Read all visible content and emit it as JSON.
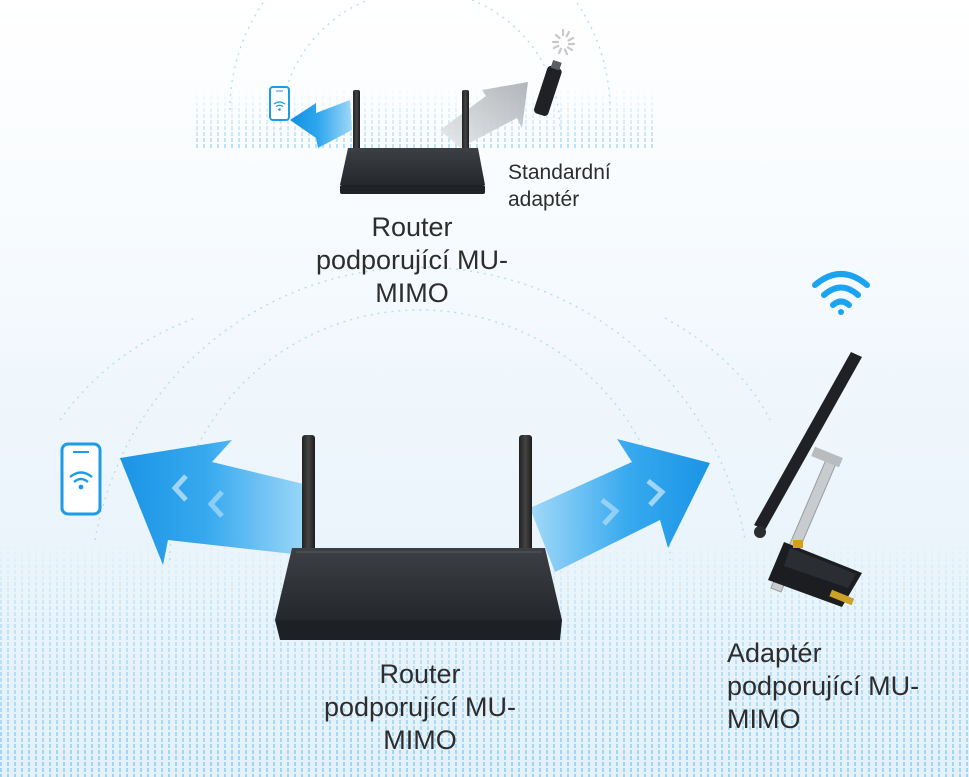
{
  "labels": {
    "top_router": [
      "Router",
      "podporující MU-",
      "MIMO"
    ],
    "standard_adapter": [
      "Standardní",
      "adaptér"
    ],
    "main_router": [
      "Router",
      "podporující MU-",
      "MIMO"
    ],
    "mu_adapter": [
      "Adaptér",
      "podporující MU-",
      "MIMO"
    ]
  },
  "colors": {
    "accent_blue": "#1e9be6",
    "signal_blue": "#1aa3f0",
    "router_body": "#2c2f33",
    "gray_arrow": "#b9bcbf",
    "text": "#2d2d2d"
  },
  "icons": {
    "phone": "smartphone-wifi-icon",
    "usb_adapter": "usb-adapter-icon",
    "loading": "loading-spinner-icon",
    "wifi": "wifi-signal-icon",
    "pcie_adapter": "pcie-adapter-icon",
    "router": "router-icon"
  }
}
